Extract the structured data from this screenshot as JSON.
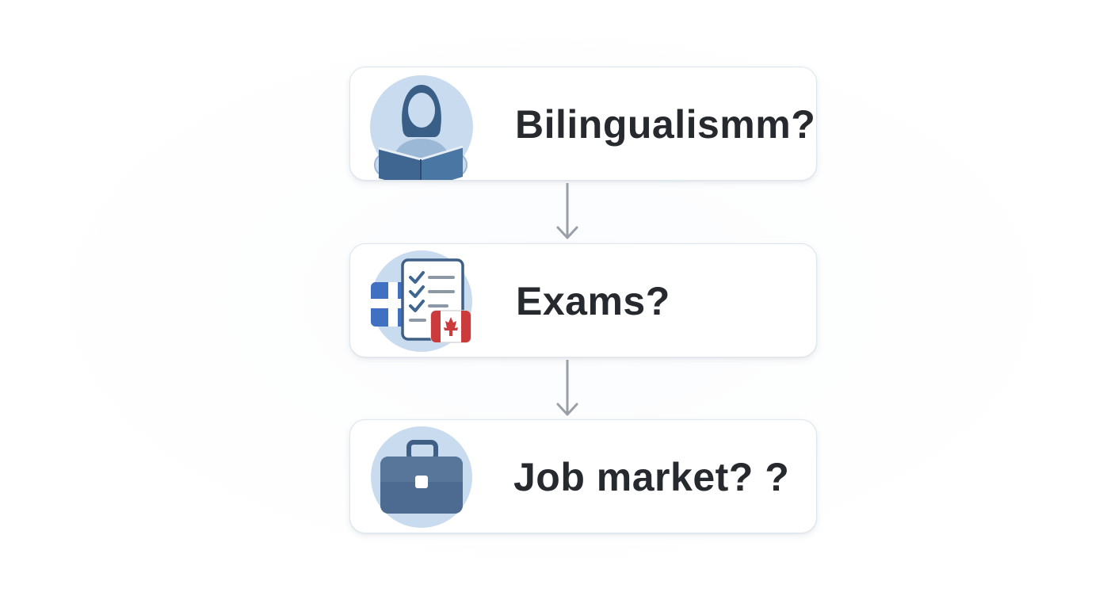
{
  "steps": [
    {
      "label": "Bilingualismm?",
      "icon": "person-reading-book-icon"
    },
    {
      "label": "Exams?",
      "icon": "exam-checklist-with-quebec-canada-flags-icon"
    },
    {
      "label": "Job market? ?",
      "icon": "briefcase-icon"
    }
  ],
  "colors": {
    "icon_circle": "#c9dbef",
    "icon_dark": "#3f6690",
    "card_border": "#dde5ee",
    "text": "#26292e",
    "arrow": "#9a9ea6",
    "flag_red": "#cc3b3b",
    "quebec_blue": "#3f70c2"
  }
}
